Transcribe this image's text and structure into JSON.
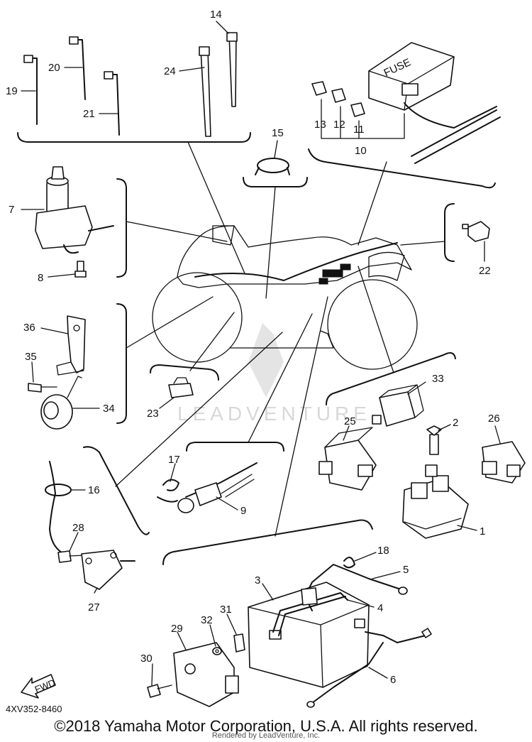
{
  "diagram": {
    "part_callouts": [
      "1",
      "2",
      "3",
      "4",
      "5",
      "6",
      "7",
      "8",
      "9",
      "10",
      "11",
      "12",
      "13",
      "14",
      "15",
      "16",
      "17",
      "18",
      "19",
      "20",
      "21",
      "22",
      "23",
      "24",
      "25",
      "26",
      "27",
      "28",
      "29",
      "30",
      "31",
      "32",
      "33",
      "34",
      "35",
      "36"
    ],
    "fuse_box_label": "FUSE",
    "fwd_label": "FWD",
    "part_code": "4XV352-8460",
    "watermark": "LEADVENTURE"
  },
  "footer": {
    "copyright": "©2018 Yamaha Motor Corporation, U.S.A. All rights reserved.",
    "rendered_by": "Rendered by LeadVenture, Inc."
  },
  "colors": {
    "ink": "#111111",
    "background": "#ffffff",
    "watermark": "#d8d8d8"
  }
}
